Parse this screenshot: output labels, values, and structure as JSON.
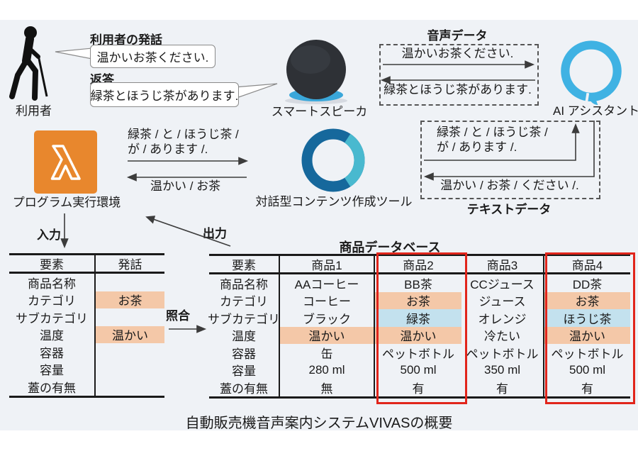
{
  "caption": "自動販売機音声案内システムVIVASの概要",
  "colors": {
    "panel_bg": "#EFF2F6",
    "highlight_orange": "#F4C8A8",
    "highlight_blue": "#C3E1EE",
    "red_box": "#E1251B",
    "lambda_orange": "#E8872D",
    "alexa_blue": "#3FB2E3",
    "donut_dark": "#16689C",
    "donut_teal": "#49B9CF",
    "echo_ring_blue": "#3AA7DA"
  },
  "icons": {
    "user": "walking-person-with-cane-icon",
    "speaker": "smart-speaker-icon",
    "ai": "alexa-logo-icon",
    "runtime": "aws-lambda-icon",
    "tool": "ring-logo-icon"
  },
  "actors": {
    "user_label": "利用者",
    "speaker_label": "スマートスピーカ",
    "ai_label": "AI アシスタント",
    "runtime_label": "プログラム実行環境",
    "tool_label": "対話型コンテンツ作成ツール"
  },
  "dialogue": {
    "utterance_title": "利用者の発話",
    "utterance_text": "温かいお茶ください.",
    "reply_title": "返答",
    "reply_text": "緑茶とほうじ茶があります."
  },
  "voice_data": {
    "title": "音声データ",
    "request": "温かいお茶ください.",
    "response": "緑茶とほうじ茶があります."
  },
  "text_data": {
    "title": "テキストデータ",
    "response_line1": "緑茶 / と / ほうじ茶 /",
    "response_line2": "が / あります /.",
    "request": "温かい / お茶 / ください /."
  },
  "runtime_io": {
    "response_line1": "緑茶 / と / ほうじ茶 /",
    "response_line2": "が / あります /.",
    "request": "温かい / お茶"
  },
  "flow": {
    "input": "入力",
    "output": "出力",
    "match": "照合"
  },
  "slot_table": {
    "headers": [
      "要素",
      "発話"
    ],
    "rows": [
      [
        "商品名称",
        ""
      ],
      [
        "カテゴリ",
        "お茶"
      ],
      [
        "サブカテゴリ",
        ""
      ],
      [
        "温度",
        "温かい"
      ],
      [
        "容器",
        ""
      ],
      [
        "容量",
        ""
      ],
      [
        "蓋の有無",
        ""
      ]
    ]
  },
  "product_db": {
    "title": "商品データベース",
    "headers": [
      "要素",
      "商品1",
      "商品2",
      "商品3",
      "商品4"
    ],
    "rows": [
      [
        "商品名称",
        "AAコーヒー",
        "BB茶",
        "CCジュース",
        "DD茶"
      ],
      [
        "カテゴリ",
        "コーヒー",
        "お茶",
        "ジュース",
        "お茶"
      ],
      [
        "サブカテゴリ",
        "ブラック",
        "緑茶",
        "オレンジ",
        "ほうじ茶"
      ],
      [
        "温度",
        "温かい",
        "温かい",
        "冷たい",
        "温かい"
      ],
      [
        "容器",
        "缶",
        "ペットボトル",
        "ペットボトル",
        "ペットボトル"
      ],
      [
        "容量",
        "280 ml",
        "500 ml",
        "350 ml",
        "500 ml"
      ],
      [
        "蓋の有無",
        "無",
        "有",
        "有",
        "有"
      ]
    ]
  }
}
